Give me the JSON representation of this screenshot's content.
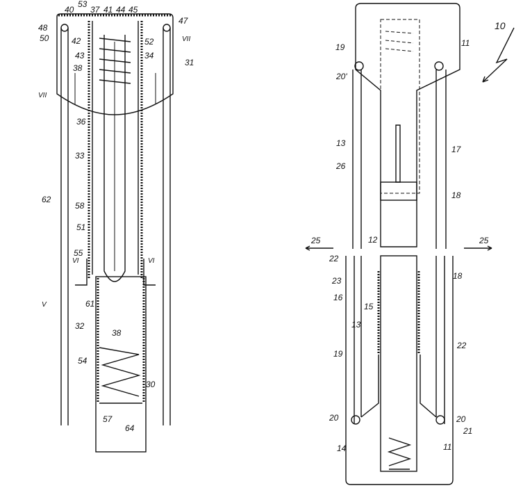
{
  "figure_left": {
    "labels": [
      "40",
      "53",
      "37",
      "41",
      "44",
      "45",
      "48",
      "50",
      "47",
      "VII",
      "42",
      "52",
      "43",
      "34",
      "38",
      "31",
      "VII",
      "36",
      "33",
      "62",
      "58",
      "51",
      "55",
      "VI",
      "VI",
      "61",
      "V",
      "32",
      "38",
      "54",
      "30",
      "57",
      "64"
    ]
  },
  "figure_right": {
    "labels": [
      "10",
      "11",
      "19",
      "20'",
      "13",
      "17",
      "26",
      "18",
      "12",
      "25",
      "25",
      "22",
      "23",
      "18",
      "16",
      "15",
      "13",
      "22",
      "19",
      "20",
      "20",
      "21",
      "14",
      "11"
    ]
  }
}
